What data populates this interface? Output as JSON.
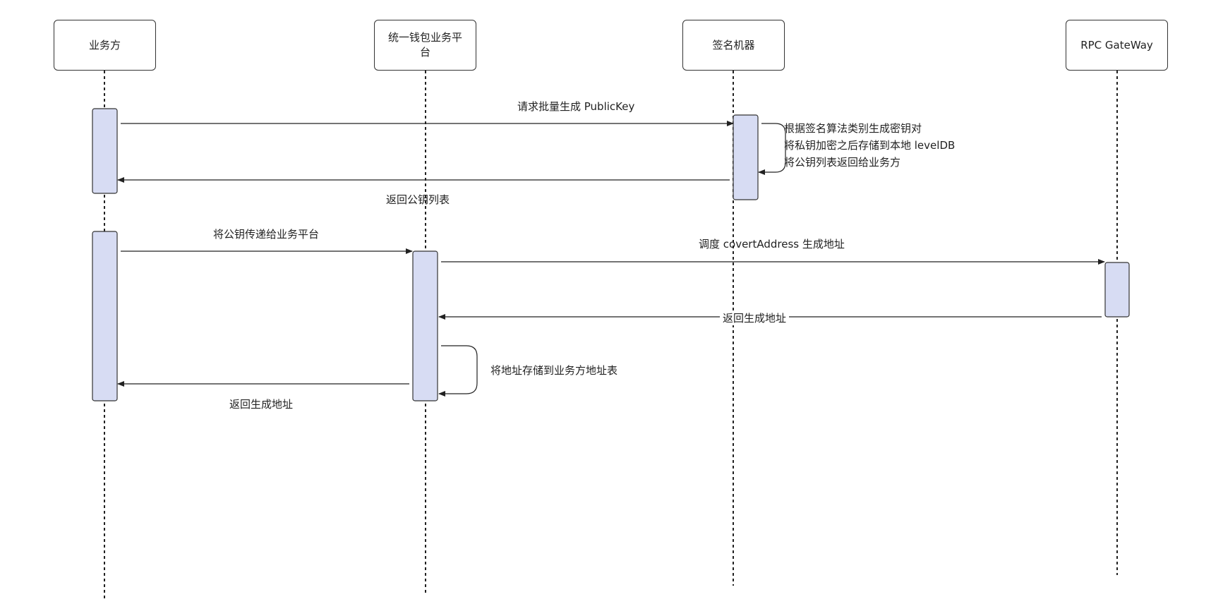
{
  "colors": {
    "activation_fill": "#d7dcf3",
    "line": "#222222"
  },
  "participants": [
    {
      "id": "biz",
      "label": "业务方"
    },
    {
      "id": "wallet",
      "label": "统一钱包业务平台"
    },
    {
      "id": "signer",
      "label": "签名机器"
    },
    {
      "id": "rpc",
      "label": "RPC GateWay"
    }
  ],
  "messages": {
    "m1": "请求批量生成 PublicKey",
    "m2": "返回公钥列表",
    "m3": "将公钥传递给业务平台",
    "m4": "调度 covertAddress 生成地址",
    "m5": "返回生成地址",
    "m6": "将地址存储到业务方地址表",
    "m7": "返回生成地址"
  },
  "notes": {
    "signer_self": [
      "根据签名算法类别生成密钥对",
      "将私钥加密之后存储到本地 levelDB",
      "将公钥列表返回给业务方"
    ]
  }
}
